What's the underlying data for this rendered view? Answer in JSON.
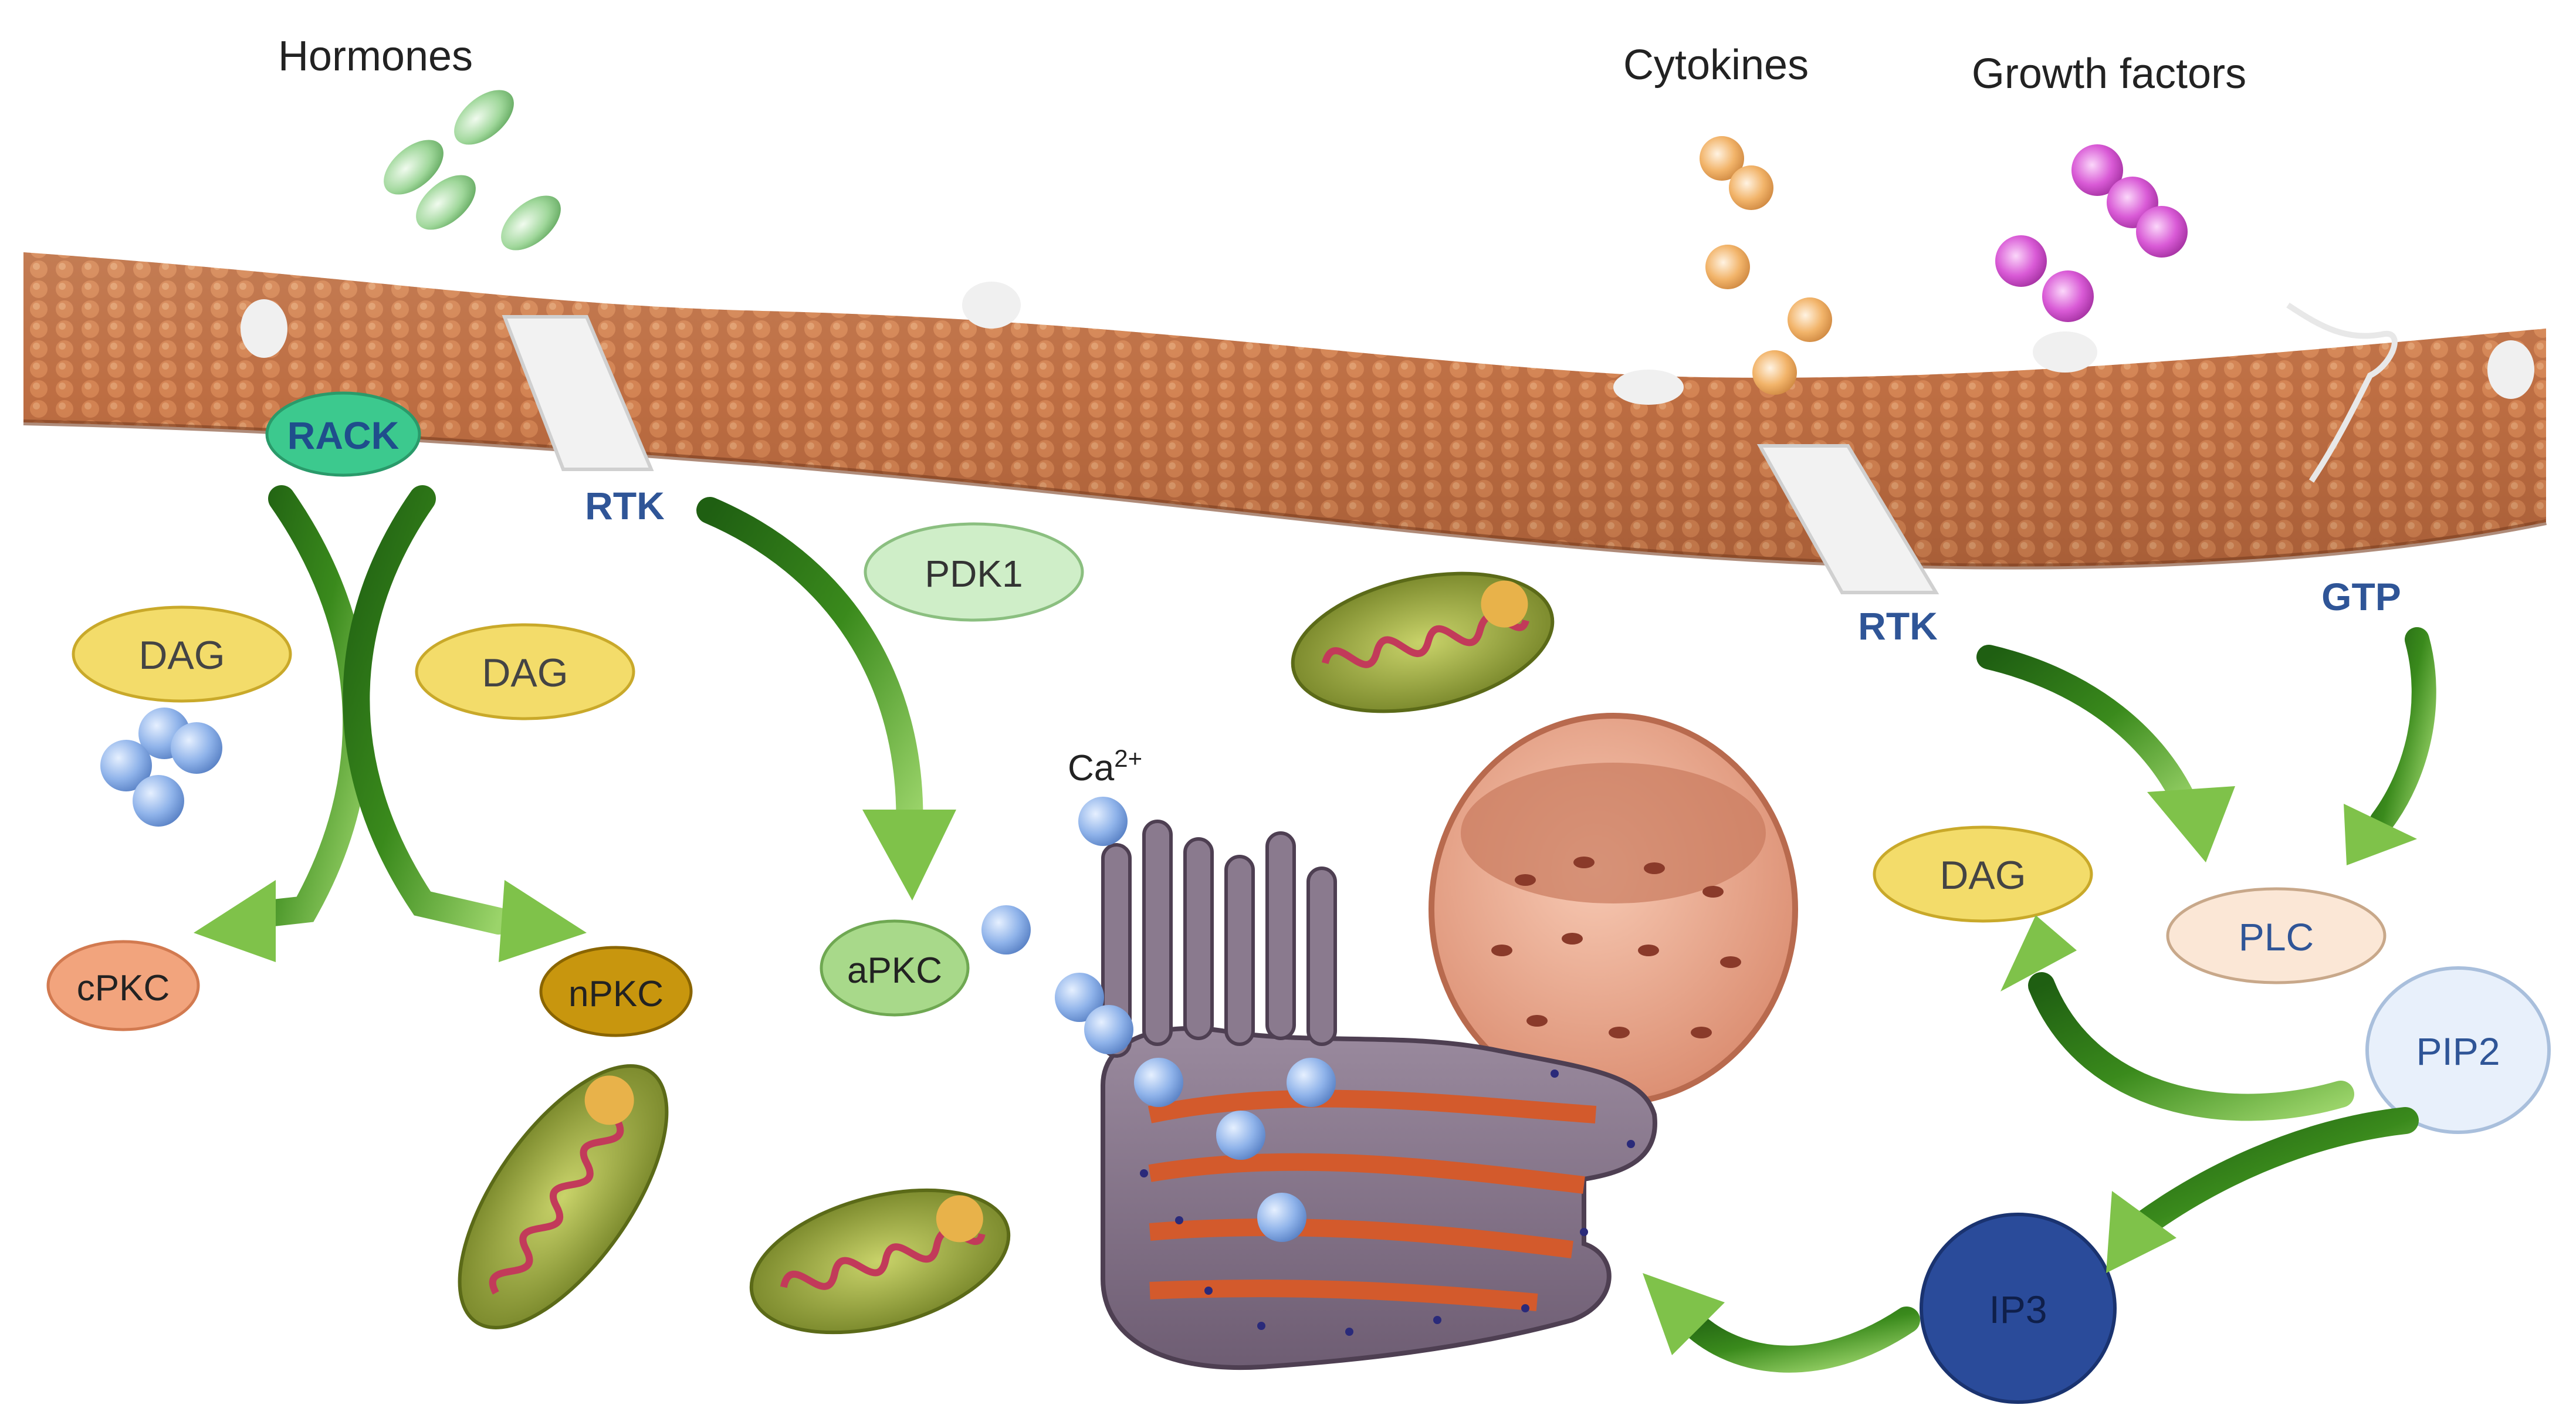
{
  "labels": {
    "hormones": "Hormones",
    "cytokines": "Cytokines",
    "growth_factors": "Growth factors",
    "rack": "RACK",
    "rtk_left": "RTK",
    "pdk1": "PDK1",
    "dag_left_1": "DAG",
    "dag_left_2": "DAG",
    "cpkc": "cPKC",
    "npkc": "nPKC",
    "apkc": "aPKC",
    "ca_base": "Ca",
    "ca_sup": "2+",
    "rtk_right": "RTK",
    "gtp": "GTP",
    "dag_right": "DAG",
    "plc": "PLC",
    "pip2": "PIP2",
    "ip3": "IP3"
  },
  "colors": {
    "membrane": "#c8774a",
    "arrow_green": "#3a8a1c",
    "calcium": "#8fb3ea",
    "label_blue": "#2f5597",
    "hormone_green": "#9fd79a",
    "cytokine_orange": "#f2b46a",
    "growth_factor_magenta": "#d95ad6"
  }
}
